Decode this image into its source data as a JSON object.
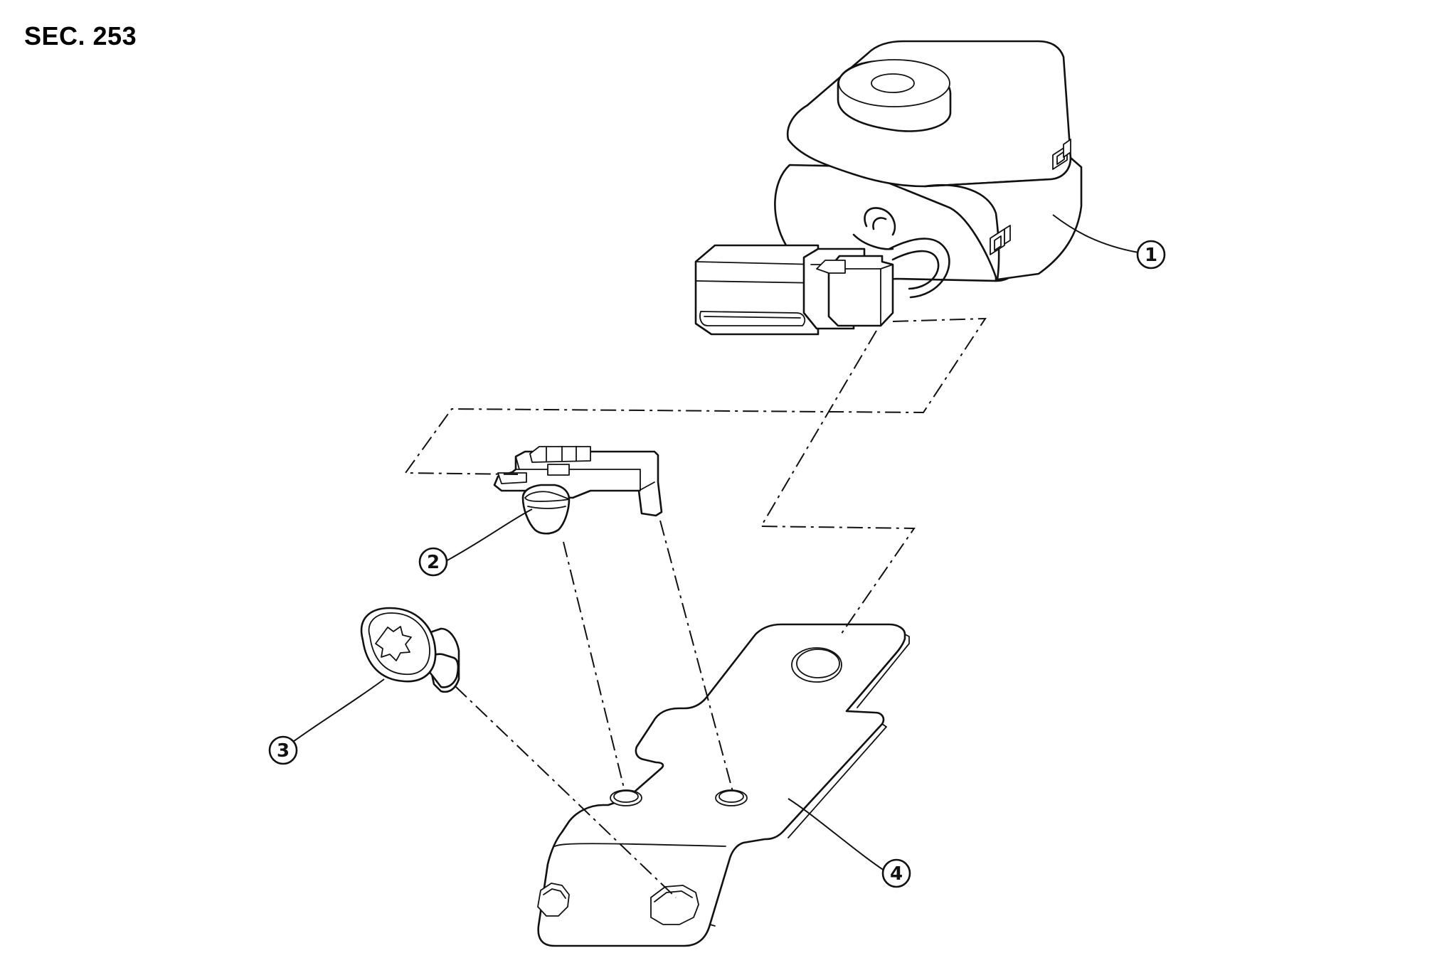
{
  "section": {
    "label": "SEC. 253"
  },
  "callouts": [
    {
      "number": "1"
    },
    {
      "number": "2"
    },
    {
      "number": "3"
    },
    {
      "number": "4"
    }
  ],
  "colors": {
    "line": "#111111",
    "background": "#ffffff"
  }
}
